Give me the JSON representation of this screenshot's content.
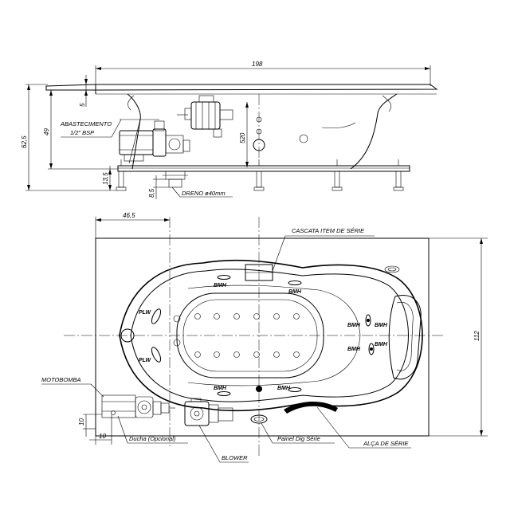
{
  "dimensions": {
    "overall_length": "198",
    "rim_thickness": "5",
    "height_total": "62,5",
    "height_tub": "49",
    "foot_height": "13,5",
    "drain_offset": "8,5",
    "pump_height": "520",
    "end_offset": "46,5",
    "width": "112",
    "pump_offset_x": "10",
    "pump_offset_y": "10"
  },
  "labels": {
    "supply_line1": "ABASTECIMENTO",
    "supply_line2": "1/2\" BSP",
    "drain": "DRENO ø40mm",
    "cascade": "CASCATA ITEM DE SÉRIE",
    "motor_pump": "MOTOBOMBA",
    "shower": "Ducha (Opcional)",
    "blower": "BLOWER",
    "panel": "Painel Dig Série",
    "handle": "ALÇA DE SÉRIE"
  },
  "jets": {
    "bmh": "BMH",
    "plw": "PLW"
  }
}
